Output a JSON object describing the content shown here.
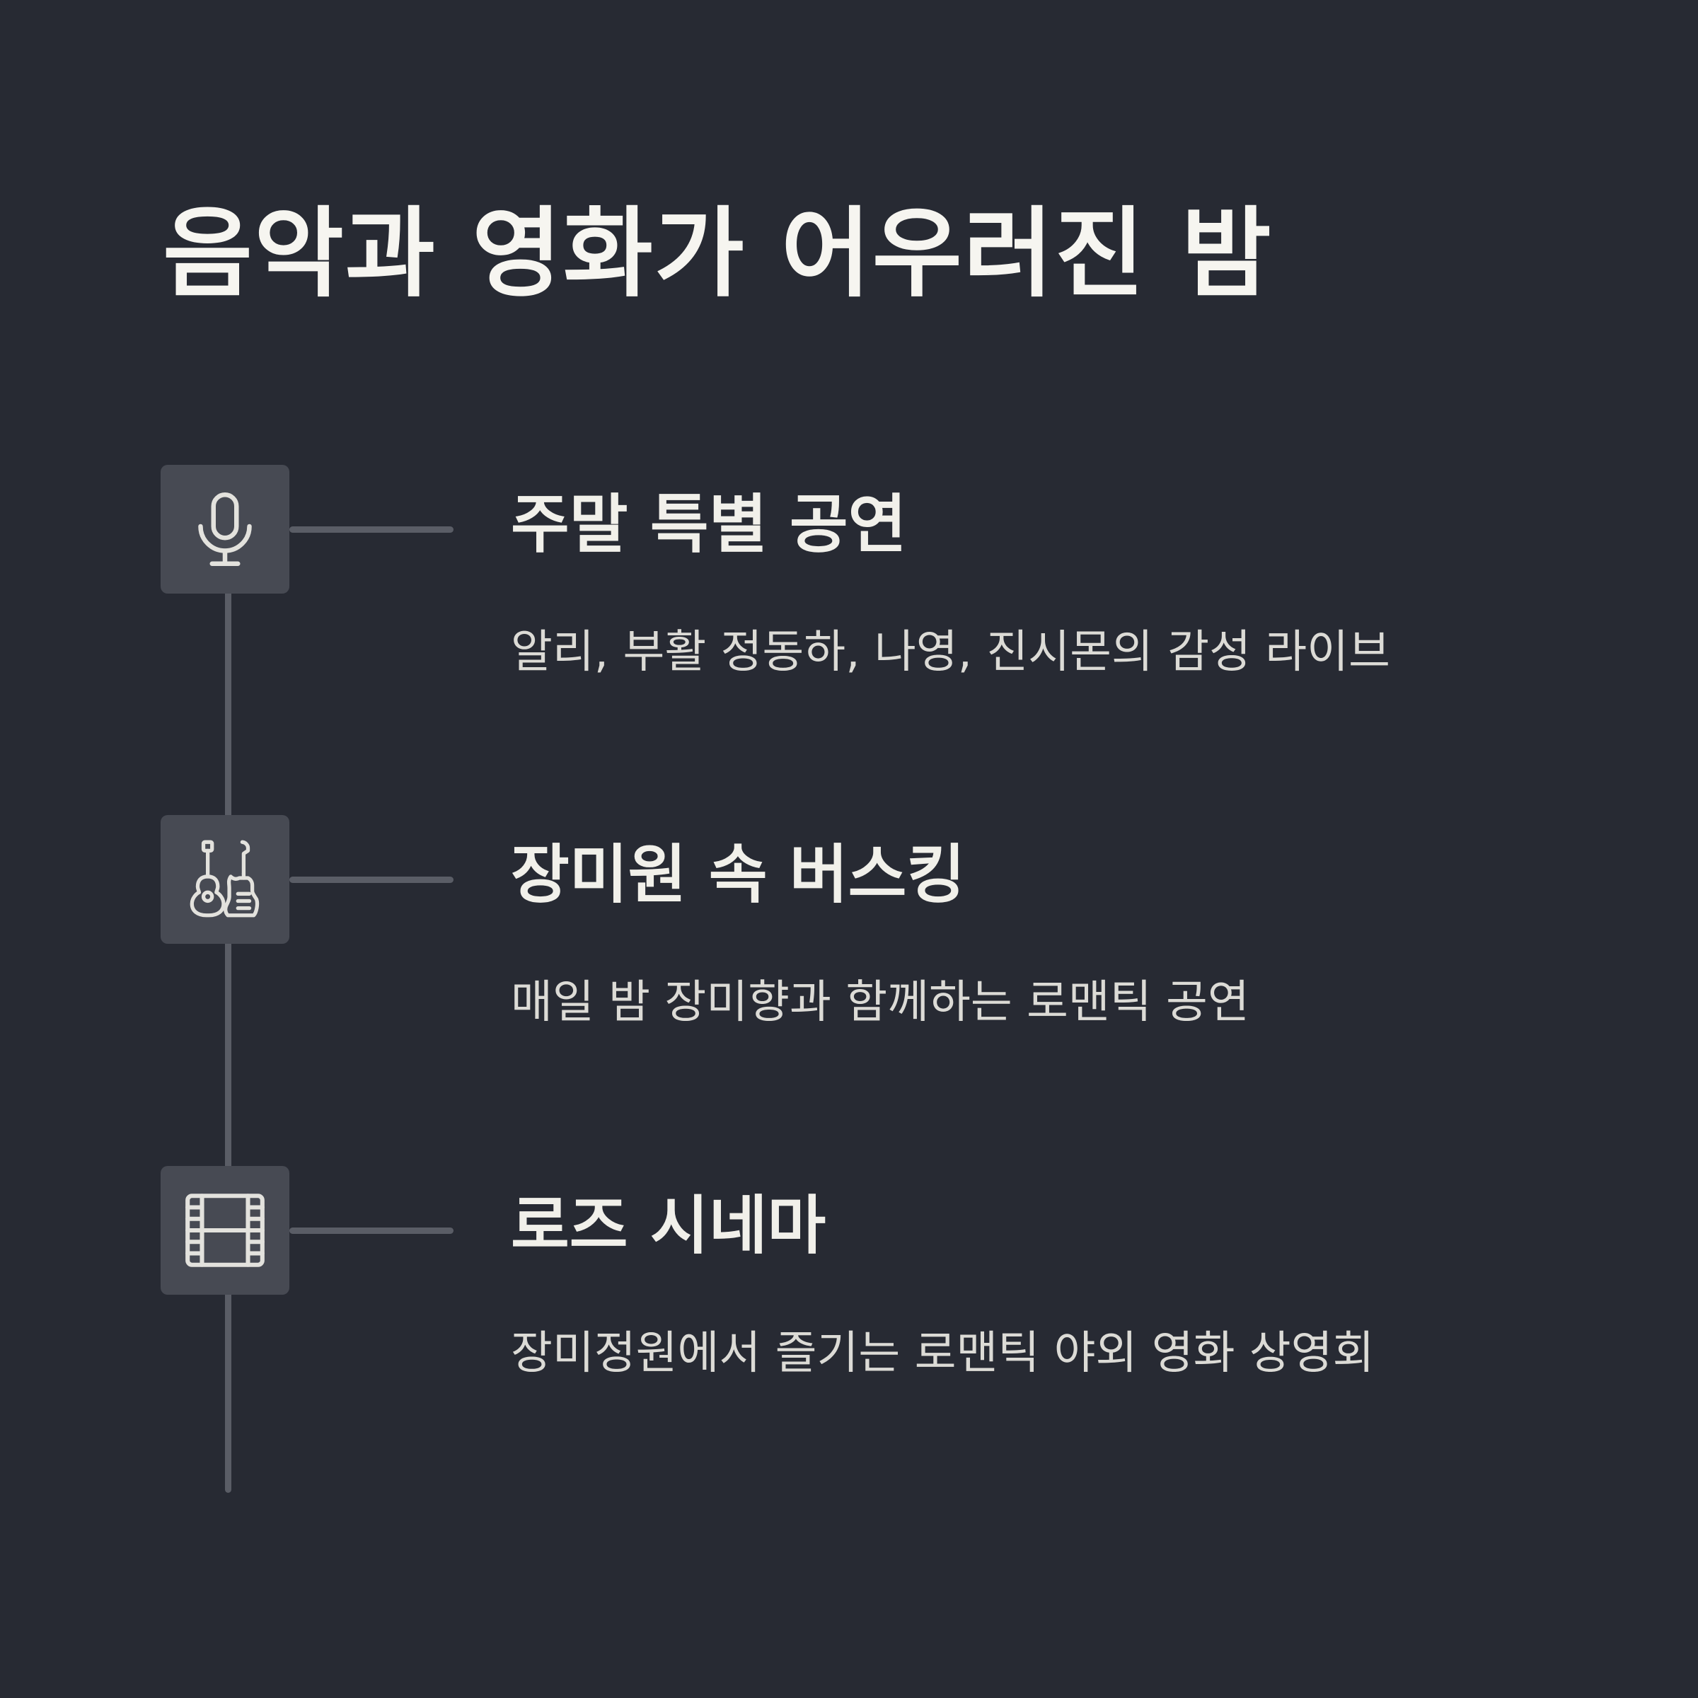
{
  "title": "음악과 영화가 어우러진 밤",
  "colors": {
    "background": "#272a33",
    "icon_box": "#474a53",
    "connector": "#5a5d66",
    "text": "#f1f0ea"
  },
  "items": [
    {
      "icon": "microphone-icon",
      "title": "주말 특별 공연",
      "description": "알리, 부활 정동하, 나영, 진시몬의 감성 라이브"
    },
    {
      "icon": "guitars-icon",
      "title": "장미원 속 버스킹",
      "description": "매일 밤 장미향과 함께하는 로맨틱 공연"
    },
    {
      "icon": "film-strip-icon",
      "title": "로즈 시네마",
      "description": "장미정원에서 즐기는 로맨틱 야외 영화 상영회"
    }
  ]
}
